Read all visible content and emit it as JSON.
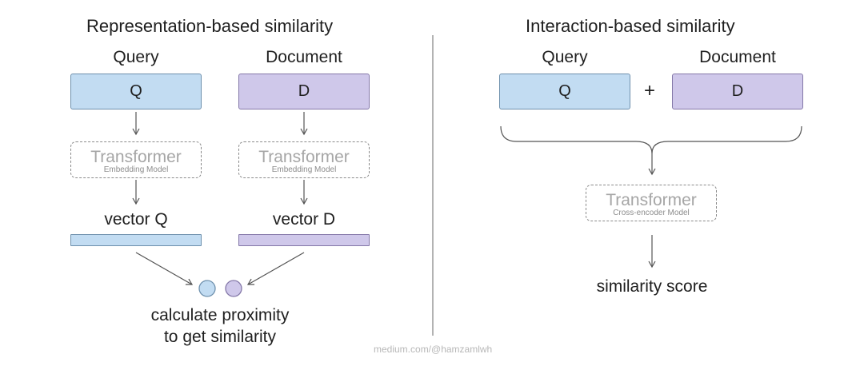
{
  "left": {
    "title": "Representation-based similarity",
    "query_label": "Query",
    "document_label": "Document",
    "q_box": "Q",
    "d_box": "D",
    "transformer_title": "Transformer",
    "transformer_subtitle": "Embedding Model",
    "vector_q": "vector Q",
    "vector_d": "vector D",
    "result_line1": "calculate proximity",
    "result_line2": "to get similarity"
  },
  "right": {
    "title": "Interaction-based similarity",
    "query_label": "Query",
    "document_label": "Document",
    "q_box": "Q",
    "plus": "+",
    "d_box": "D",
    "transformer_title": "Transformer",
    "transformer_subtitle": "Cross-encoder Model",
    "result": "similarity score"
  },
  "watermark": "medium.com/@hamzamlwh",
  "colors": {
    "query_fill": "#c2dcf2",
    "document_fill": "#cfc8ea",
    "divider": "#8a8a8a"
  }
}
